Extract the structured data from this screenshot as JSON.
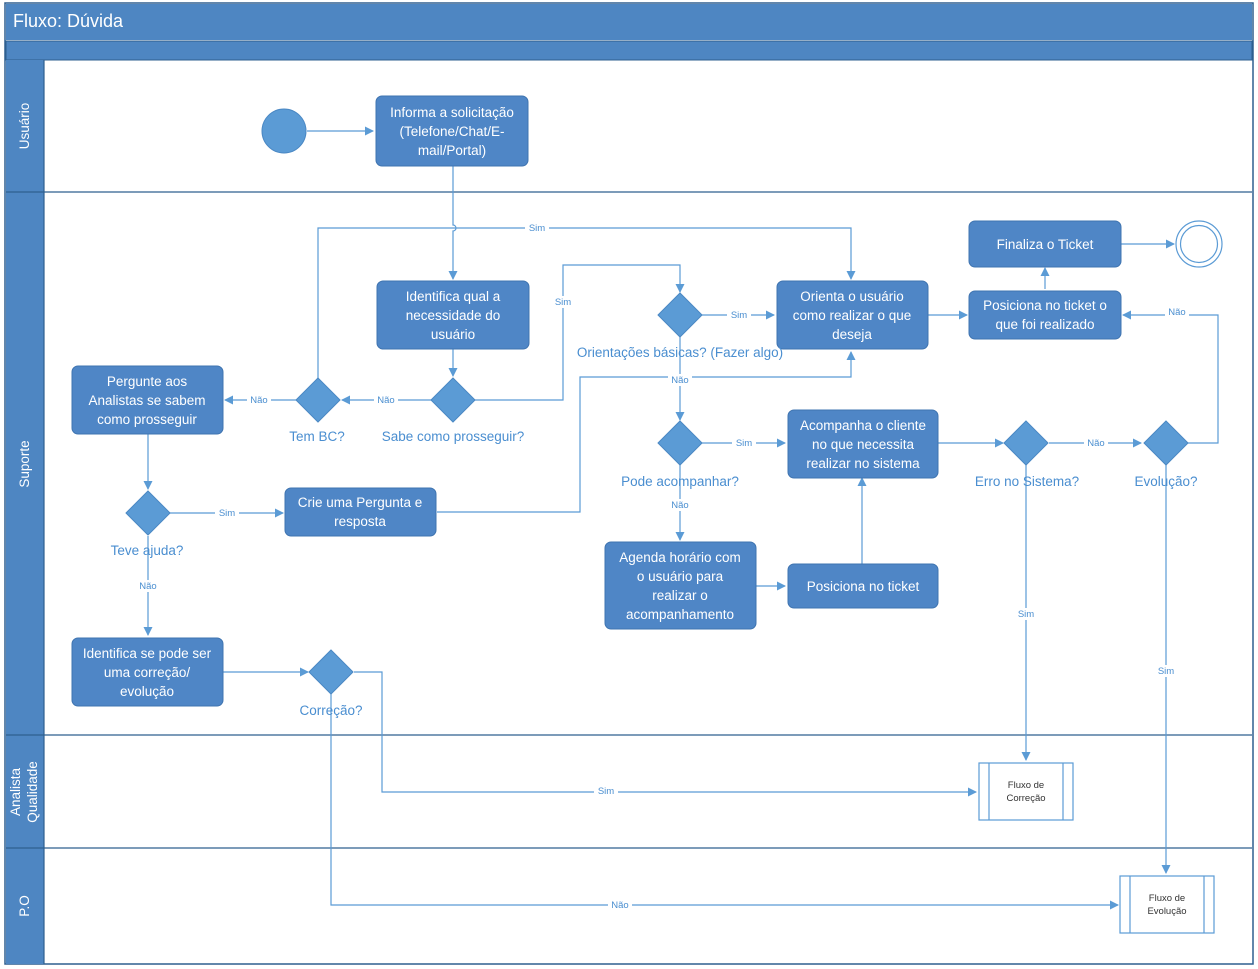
{
  "title": "Fluxo: Dúvida",
  "lanes": {
    "usuario": "Usuário",
    "suporte": "Suporte",
    "analista_l1": "Analista",
    "analista_l2": "Qualidade",
    "po": "P.O"
  },
  "boxes": {
    "informa": [
      "Informa a solicitação",
      "(Telefone/Chat/E-",
      "mail/Portal)"
    ],
    "identifica_nec": [
      "Identifica qual a",
      "necessidade do",
      "usuário"
    ],
    "pergunte": [
      "Pergunte aos",
      "Analistas se sabem",
      "como prosseguir"
    ],
    "crie": [
      "Crie uma Pergunta e",
      "resposta"
    ],
    "identifica_corr": [
      "Identifica se pode ser",
      "uma correção/",
      "evolução"
    ],
    "orienta": [
      "Orienta o usuário",
      "como realizar o que",
      "deseja"
    ],
    "acompanha": [
      "Acompanha o cliente",
      "no que necessita",
      "realizar no sistema"
    ],
    "agenda": [
      "Agenda horário com",
      "o usuário para",
      "realizar o",
      "acompanhamento"
    ],
    "posiciona_ticket": [
      "Posiciona no ticket"
    ],
    "posiciona_realizado": [
      "Posiciona no ticket o",
      "que foi realizado"
    ],
    "finaliza": [
      "Finaliza o Ticket"
    ],
    "fluxo_correcao": [
      "Fluxo de",
      "Correção"
    ],
    "fluxo_evolucao": [
      "Fluxo de",
      "Evolução"
    ]
  },
  "decisions": {
    "sabe": "Sabe como prosseguir?",
    "tem_bc": "Tem BC?",
    "teve_ajuda": "Teve ajuda?",
    "correcao": "Correção?",
    "orientacoes": "Orientações básicas? (Fazer algo)",
    "pode_acompanhar": "Pode acompanhar?",
    "erro": "Erro no Sistema?",
    "evolucao": "Evolução?"
  },
  "edge_labels": {
    "sim": "Sim",
    "nao": "Não"
  }
}
